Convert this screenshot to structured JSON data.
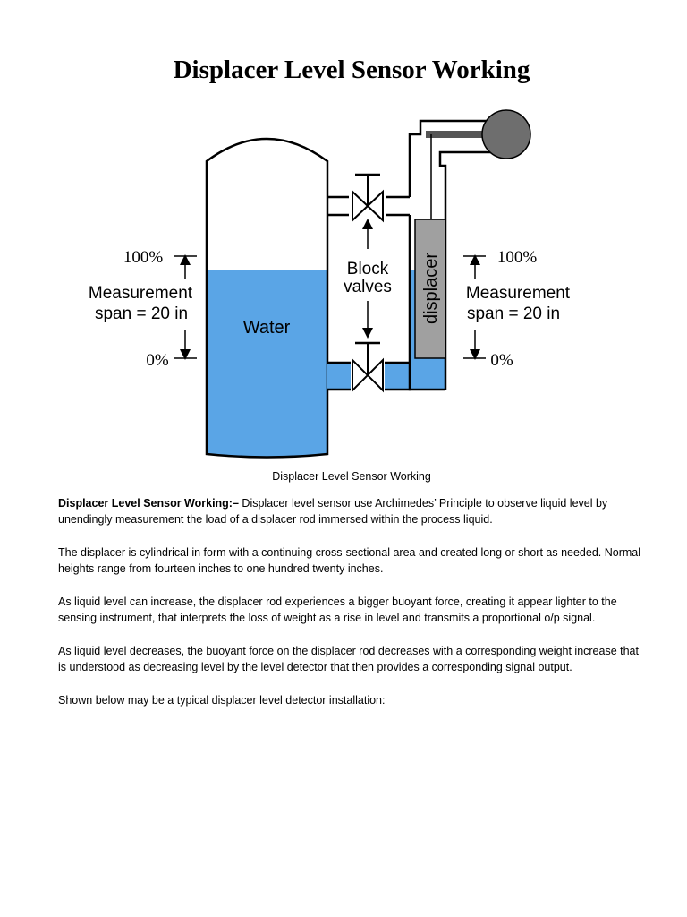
{
  "title": "Displacer Level Sensor Working",
  "diagram": {
    "left_top_label": "100%",
    "left_span_line1": "Measurement",
    "left_span_line2": "span = 20 in",
    "left_bottom_label": "0%",
    "right_top_label": "100%",
    "right_span_line1": "Measurement",
    "right_span_line2": "span = 20 in",
    "right_bottom_label": "0%",
    "water_label": "Water",
    "valves_line1": "Block",
    "valves_line2": "valves",
    "displacer_label": "displacer",
    "colors": {
      "water": "#5aa5e6",
      "displacer": "#a0a0a0",
      "float": "#6e6e6e",
      "rod": "#555555"
    }
  },
  "caption": "Displacer Level Sensor Working",
  "paragraphs": {
    "p1_lead": "Displacer Level Sensor Working:–",
    "p1_text": " Displacer level sensor use Archimedes’ Principle to observe liquid level by unendingly measurement the load of a displacer rod immersed within the process liquid.",
    "p2": "The displacer is cylindrical in form with a continuing cross-sectional area and created long or short as needed. Normal heights range from fourteen inches to one hundred twenty inches.",
    "p3": "As liquid level can increase, the displacer rod experiences a bigger buoyant force, creating it appear lighter to the sensing instrument, that interprets the loss of weight as a rise in level and transmits a proportional o/p signal.",
    "p4": "As liquid level decreases, the buoyant force on the displacer rod decreases with a corresponding weight increase that is understood as decreasing level by the level detector that then provides a corresponding signal output.",
    "p5": "Shown below may be a typical displacer level detector installation:"
  }
}
